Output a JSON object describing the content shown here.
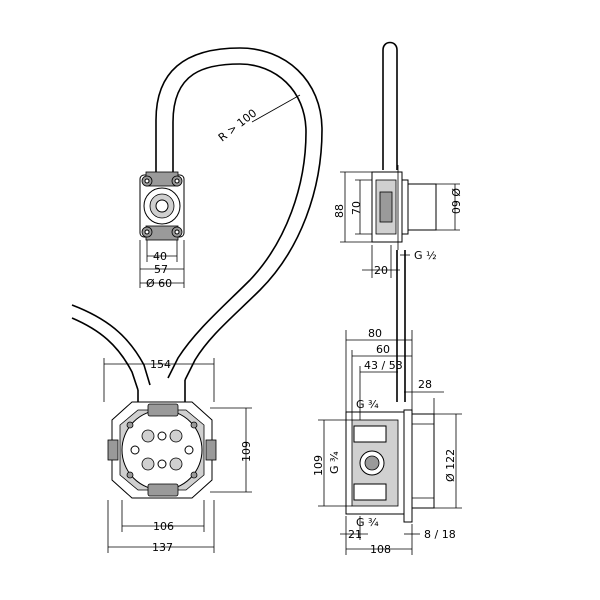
{
  "labels": {
    "radius": "R > 100",
    "d40": "40",
    "d57": "57",
    "d60dia": "Ø 60",
    "d88": "88",
    "d70": "70",
    "d60side": "Ø 60",
    "d20": "20",
    "g12": "G ½",
    "d154": "154",
    "d109left": "109",
    "d106": "106",
    "d137": "137",
    "d80": "80",
    "d60b": "60",
    "d4353": "43 / 53",
    "d28": "28",
    "g34top": "G ¾",
    "d109right": "109",
    "g34left": "G ¾",
    "d122": "Ø 122",
    "g34bottom": "G ¾",
    "d21": "21",
    "d108": "108",
    "d818": "8 / 18"
  }
}
